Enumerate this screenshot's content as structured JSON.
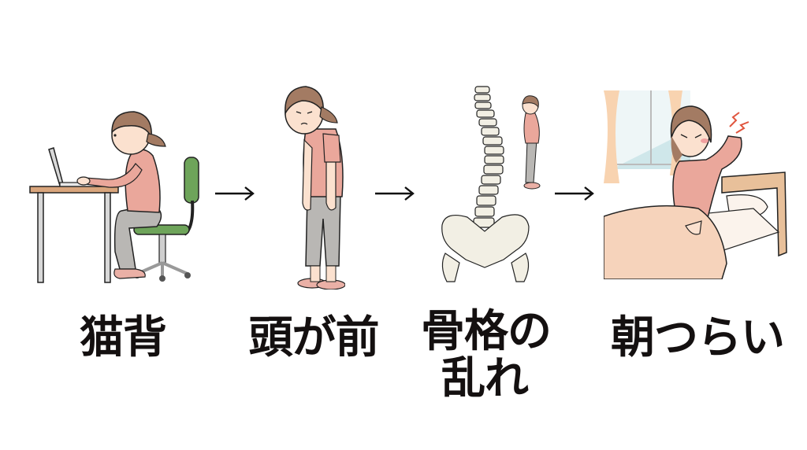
{
  "steps": [
    {
      "id": "nekoze",
      "label": "猫背",
      "illustration": "woman-hunched-at-laptop-desk"
    },
    {
      "id": "head-forward",
      "label": "頭が前",
      "illustration": "woman-standing-head-forward"
    },
    {
      "id": "skeleton",
      "label_line1": "骨格の",
      "label_line2": "乱れ",
      "illustration": "curved-spine-and-pelvis"
    },
    {
      "id": "morning",
      "label": "朝つらい",
      "illustration": "woman-in-bed-neck-pain"
    }
  ],
  "arrows": [
    "arrow-right",
    "arrow-right",
    "arrow-right"
  ],
  "colors": {
    "text": "#141010",
    "shirt": "#eaa79b",
    "pants": "#b9b7b4",
    "hair": "#a37b63",
    "skin": "#fbe1cf",
    "chair": "#6ea45a",
    "desk": "#d9a57c",
    "bone": "#f2efe4",
    "bed": "#e8c09a",
    "blanket": "#f6d3bb",
    "window": "#cfe7ea",
    "curtain": "#f8d3b0",
    "pain": "#e0553e"
  }
}
